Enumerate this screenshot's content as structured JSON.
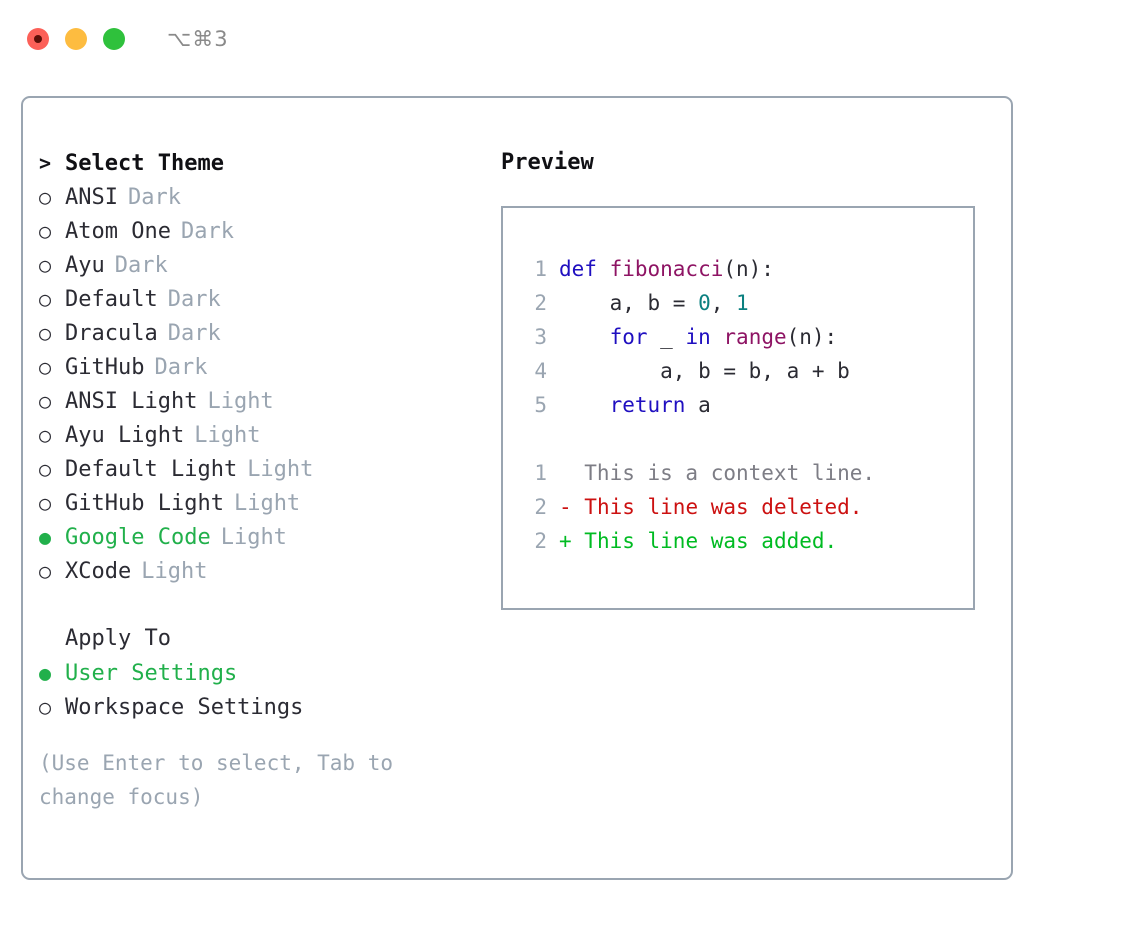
{
  "titlebar": {
    "shortcut": "⌥⌘3",
    "buttons": {
      "close": "close",
      "minimize": "minimize",
      "maximize": "maximize"
    }
  },
  "colors": {
    "accent_green": "#21b04b",
    "muted": "#9aa5b1",
    "border": "#9aa5b1",
    "keyword": "#1f0fc0",
    "function": "#8e1464",
    "number": "#0b8080",
    "diff_deleted": "#cc1111",
    "diff_added": "#00bb22",
    "diff_context": "#7d7d85"
  },
  "theme_section": {
    "prompt": ">",
    "header": "Select Theme",
    "marker_selected": "●",
    "marker_unselected": "○",
    "items": [
      {
        "name": "ANSI",
        "badge": "Dark",
        "selected": false
      },
      {
        "name": "Atom One",
        "badge": "Dark",
        "selected": false
      },
      {
        "name": "Ayu",
        "badge": "Dark",
        "selected": false
      },
      {
        "name": "Default",
        "badge": "Dark",
        "selected": false
      },
      {
        "name": "Dracula",
        "badge": "Dark",
        "selected": false
      },
      {
        "name": "GitHub",
        "badge": "Dark",
        "selected": false
      },
      {
        "name": "ANSI Light",
        "badge": "Light",
        "selected": false
      },
      {
        "name": "Ayu Light",
        "badge": "Light",
        "selected": false
      },
      {
        "name": "Default Light",
        "badge": "Light",
        "selected": false
      },
      {
        "name": "GitHub Light",
        "badge": "Light",
        "selected": false
      },
      {
        "name": "Google Code",
        "badge": "Light",
        "selected": true
      },
      {
        "name": "XCode",
        "badge": "Light",
        "selected": false
      }
    ]
  },
  "apply_section": {
    "header": "Apply To",
    "items": [
      {
        "name": "User Settings",
        "selected": true
      },
      {
        "name": "Workspace Settings",
        "selected": false
      }
    ]
  },
  "hint": "(Use Enter to select, Tab to change focus)",
  "preview": {
    "title": "Preview",
    "code": [
      {
        "lineno": "1",
        "tokens": [
          {
            "t": "def ",
            "c": "kw"
          },
          {
            "t": "fibonacci",
            "c": "fn"
          },
          {
            "t": "(n):",
            "c": "pl"
          }
        ]
      },
      {
        "lineno": "2",
        "tokens": [
          {
            "t": "    a, b = ",
            "c": "pl"
          },
          {
            "t": "0",
            "c": "num"
          },
          {
            "t": ", ",
            "c": "pl"
          },
          {
            "t": "1",
            "c": "num"
          }
        ]
      },
      {
        "lineno": "3",
        "tokens": [
          {
            "t": "    ",
            "c": "pl"
          },
          {
            "t": "for",
            "c": "kw"
          },
          {
            "t": " _ ",
            "c": "pl"
          },
          {
            "t": "in",
            "c": "kw"
          },
          {
            "t": " ",
            "c": "pl"
          },
          {
            "t": "range",
            "c": "fn"
          },
          {
            "t": "(n):",
            "c": "pl"
          }
        ]
      },
      {
        "lineno": "4",
        "tokens": [
          {
            "t": "        a, b = b, a + b",
            "c": "pl"
          }
        ]
      },
      {
        "lineno": "5",
        "tokens": [
          {
            "t": "    ",
            "c": "pl"
          },
          {
            "t": "return",
            "c": "kw"
          },
          {
            "t": " a",
            "c": "pl"
          }
        ]
      }
    ],
    "diff": [
      {
        "lineno": "1",
        "sign": " ",
        "text": "  This is a context line.",
        "kind": "ctx"
      },
      {
        "lineno": "2",
        "sign": "-",
        "text": " This line was deleted.",
        "kind": "del"
      },
      {
        "lineno": "2",
        "sign": "+",
        "text": " This line was added.",
        "kind": "add"
      }
    ]
  }
}
